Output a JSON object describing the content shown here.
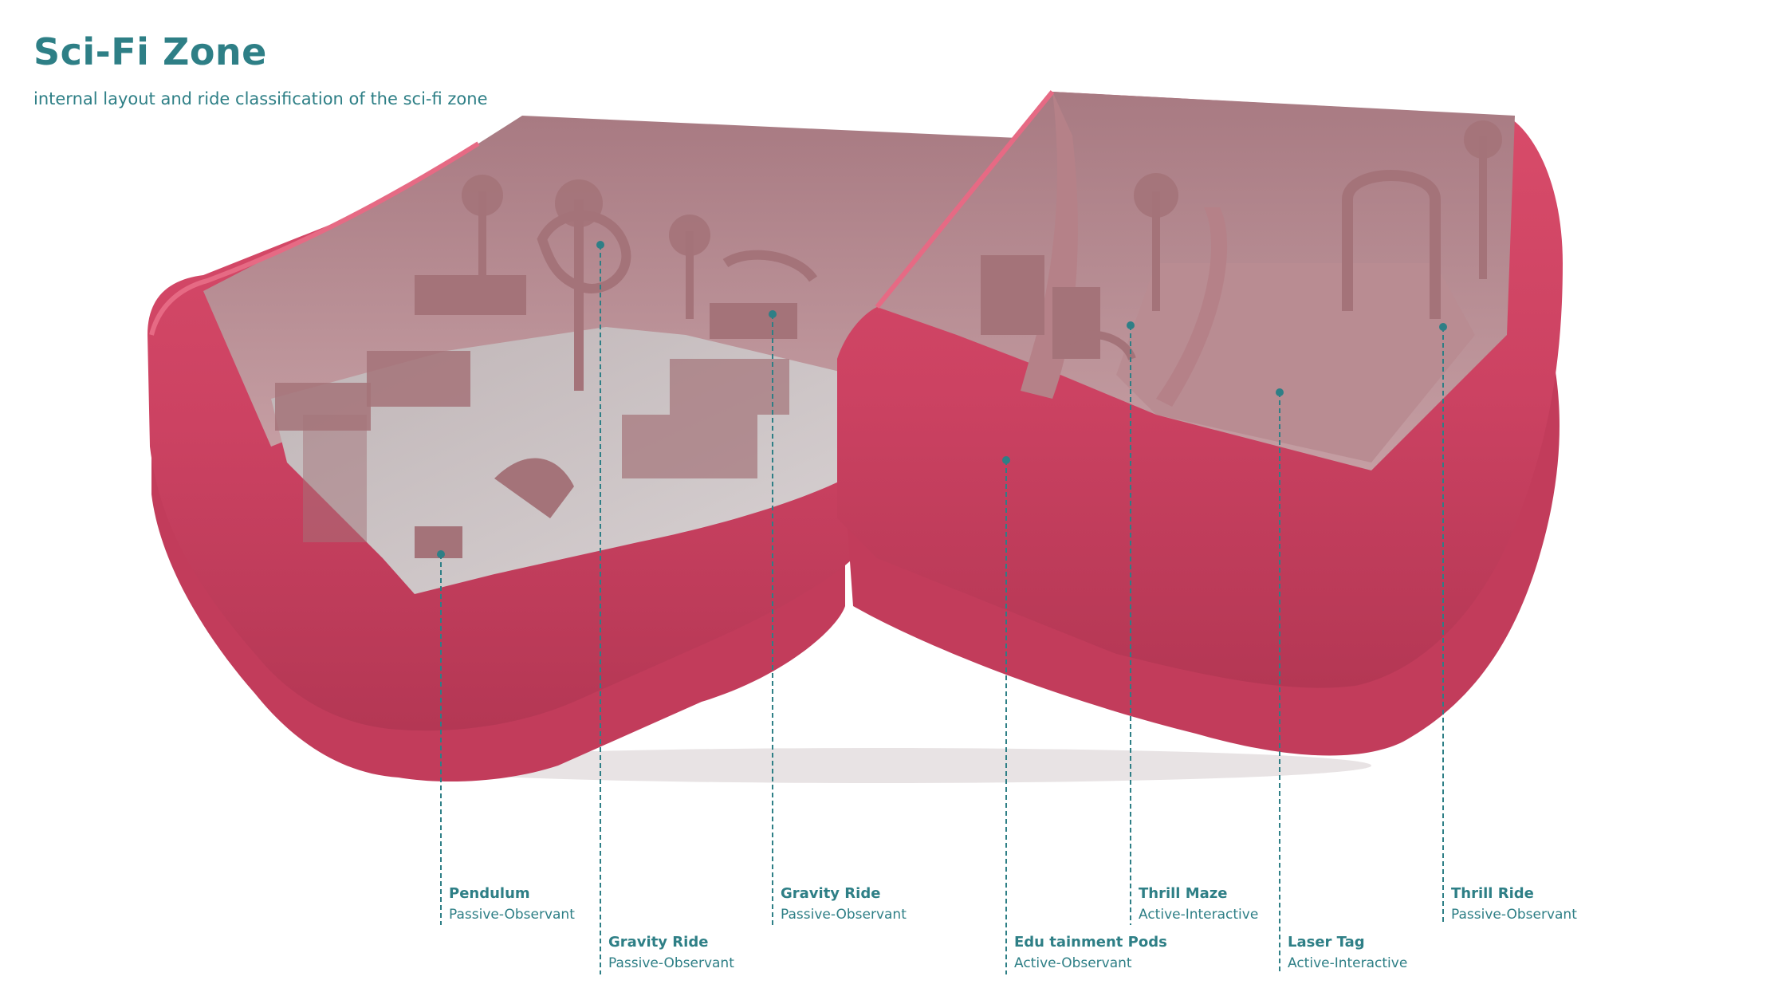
{
  "header": {
    "title": "Sci-Fi Zone",
    "subtitle": "internal layout and ride classification of the sci-fi zone"
  },
  "colors": {
    "accent": "#2e7f86",
    "shell": "#cf4563",
    "interior": "#b58a90",
    "floor": "#ccc6c7"
  },
  "callouts": [
    {
      "name": "Pendulum",
      "type": "Passive-Observant"
    },
    {
      "name": "Gravity Ride",
      "type": "Passive-Observant"
    },
    {
      "name": "Gravity Ride",
      "type": "Passive-Observant"
    },
    {
      "name": "Edu tainment Pods",
      "type": "Active-Observant"
    },
    {
      "name": "Thrill Maze",
      "type": "Active-Interactive"
    },
    {
      "name": "Laser Tag",
      "type": "Active-Interactive"
    },
    {
      "name": "Thrill Ride",
      "type": "Passive-Observant"
    }
  ]
}
